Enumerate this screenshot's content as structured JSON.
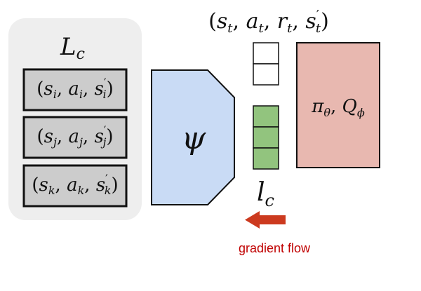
{
  "panel": {
    "title_main": "L",
    "title_sub": "c",
    "tuples": [
      {
        "open": "(",
        "s": "s",
        "a": "a",
        "idx": "i",
        "prime": "s",
        "close": ")"
      },
      {
        "open": "(",
        "s": "s",
        "a": "a",
        "idx": "j",
        "prime": "s",
        "close": ")"
      },
      {
        "open": "(",
        "s": "s",
        "a": "a",
        "idx": "k",
        "prime": "s",
        "close": ")"
      }
    ]
  },
  "encoder": {
    "symbol": "ψ"
  },
  "transition": {
    "label": "(s_t, a_t, r_t, s'_t)"
  },
  "policy": {
    "pi": "π",
    "pi_sub": "θ",
    "q": "Q",
    "q_sub": "ϕ",
    "sep": ","
  },
  "latent": {
    "main": "l",
    "sub": "c"
  },
  "gradient": {
    "label": "gradient flow"
  },
  "colors": {
    "panel_bg": "#eeeeee",
    "tuple_box": "#cccccc",
    "encoder": "#c9dbf5",
    "latent_green": "#92c47e",
    "policy": "#e8b8b0",
    "arrow": "#cc3a1f",
    "gradient_text": "#c00000"
  }
}
